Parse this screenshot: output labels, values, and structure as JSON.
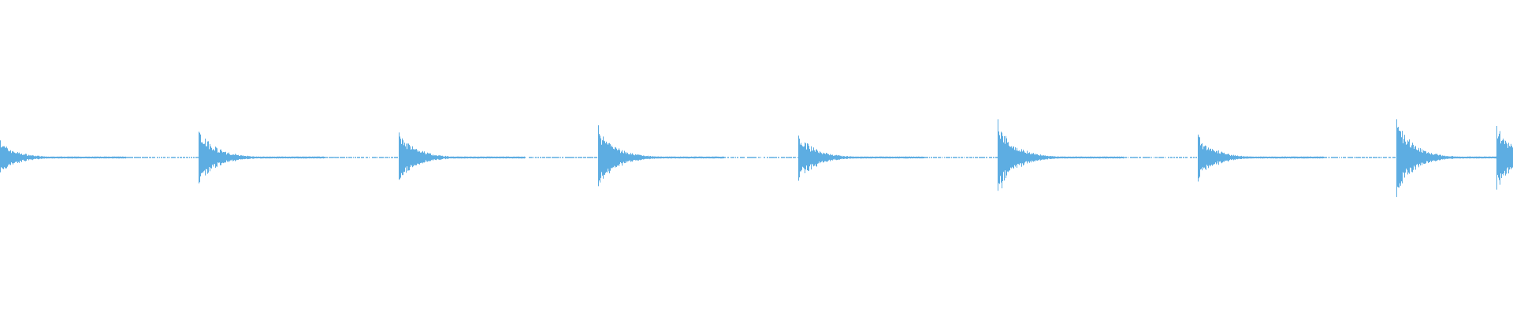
{
  "chart_data": {
    "type": "waveform",
    "color": "#5dade2",
    "background": "#ffffff",
    "axes_visible": false,
    "grid": false,
    "amplitude_range": [
      -1,
      1
    ],
    "transients": [
      {
        "onset_fraction": 0.0,
        "peak": 0.22
      },
      {
        "onset_fraction": 0.131,
        "peak": 0.4
      },
      {
        "onset_fraction": 0.2635,
        "peak": 0.34
      },
      {
        "onset_fraction": 0.3953,
        "peak": 0.44
      },
      {
        "onset_fraction": 0.5276,
        "peak": 0.33
      },
      {
        "onset_fraction": 0.6594,
        "peak": 0.5
      },
      {
        "onset_fraction": 0.7917,
        "peak": 0.31
      },
      {
        "onset_fraction": 0.9229,
        "peak": 0.52
      },
      {
        "onset_fraction": 0.9891,
        "peak": 0.46
      }
    ]
  }
}
